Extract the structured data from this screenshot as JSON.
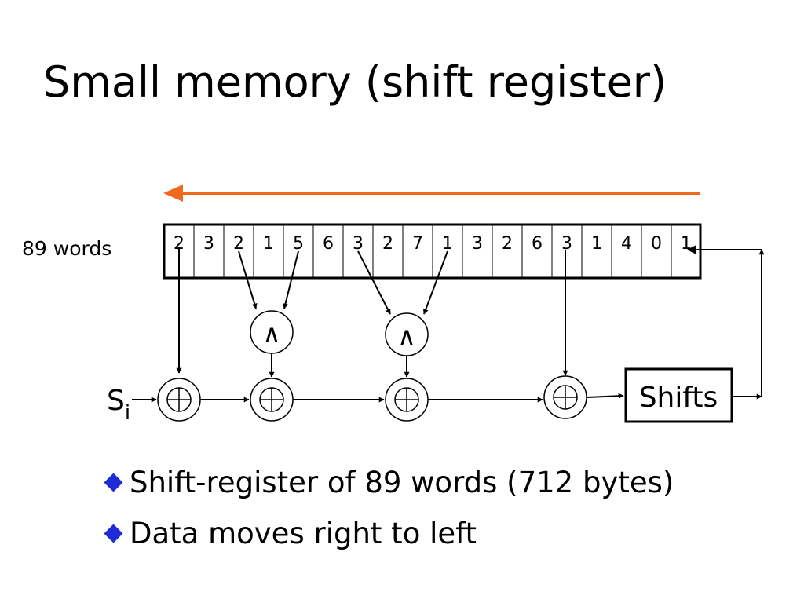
{
  "slide": {
    "title": "Small memory (shift register)",
    "register_label": "89 words",
    "register_cells": [
      "2",
      "3",
      "2",
      "1",
      "5",
      "6",
      "3",
      "2",
      "7",
      "1",
      "3",
      "2",
      "6",
      "3",
      "1",
      "4",
      "0",
      "1"
    ],
    "and_gate_symbol": "∧",
    "input_main": "S",
    "input_sub": "i",
    "shift_box_label": "Shifts",
    "bullets": [
      "Shift-register of 89 words (712 bytes)",
      "Data moves right to left"
    ],
    "colors": {
      "direction_arrow": "#ee6a1f",
      "bullet_marker": "#1f2bd6"
    }
  }
}
